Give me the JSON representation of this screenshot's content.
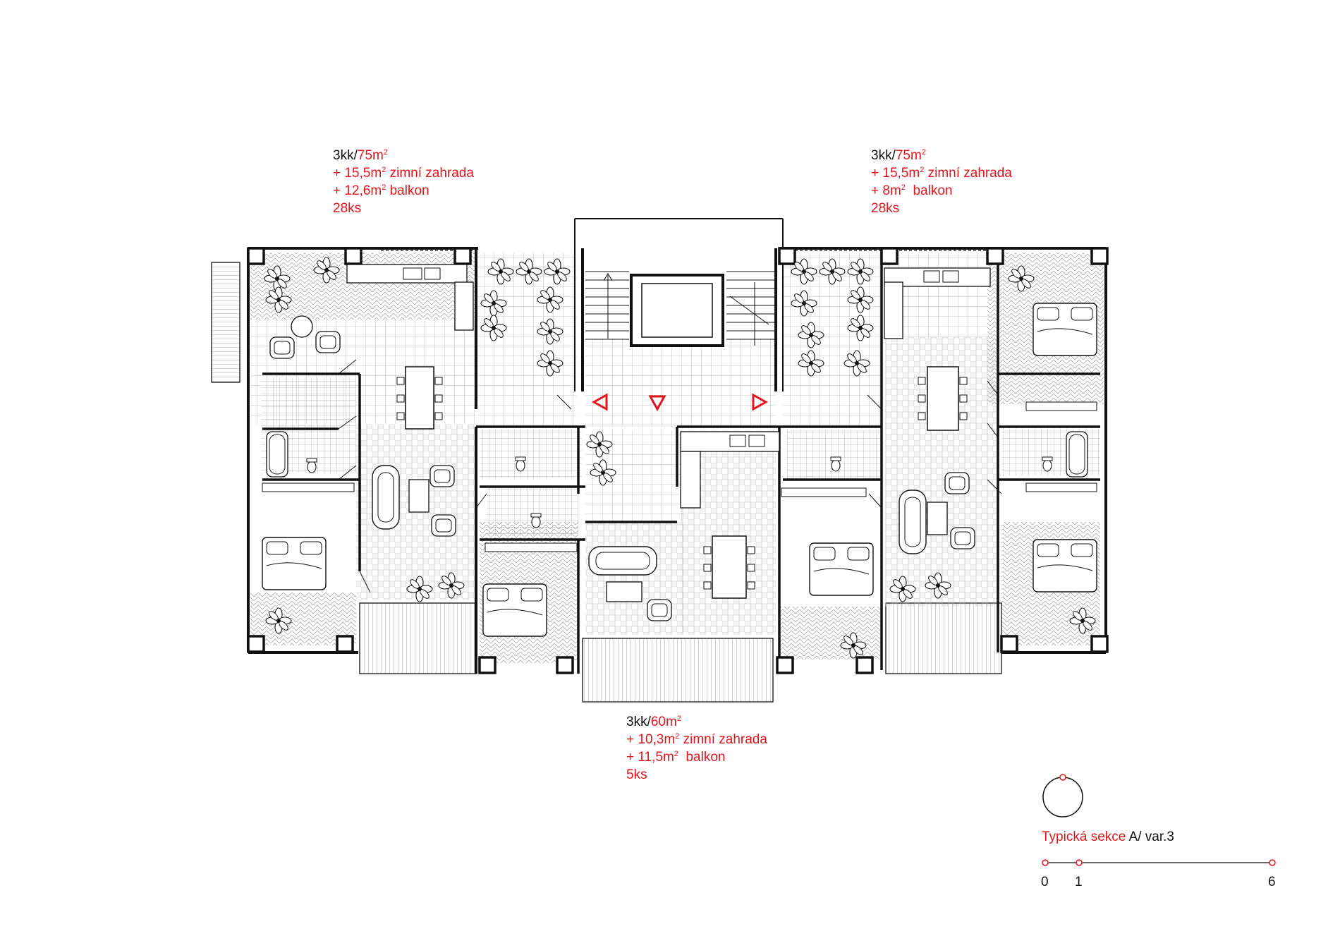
{
  "units": [
    {
      "id": "unit-left",
      "type": "3kk/",
      "area": "75m",
      "winter_garden_prefix": "+ 15,5m",
      "winter_garden_label": " zimní zahrada",
      "balcony_prefix": "+ 12,6m",
      "balcony_label": " balkon",
      "count": "28ks"
    },
    {
      "id": "unit-right",
      "type": "3kk/",
      "area": "75m",
      "winter_garden_prefix": "+ 15,5m",
      "winter_garden_label": " zimní zahrada",
      "balcony_prefix": "+ 8m",
      "balcony_label": "  balkon",
      "count": "28ks"
    },
    {
      "id": "unit-center",
      "type": "3kk/",
      "area": "60m",
      "winter_garden_prefix": "+ 10,3m",
      "winter_garden_label": " zimní zahrada",
      "balcony_prefix": "+ 11,5m",
      "balcony_label": "  balkon",
      "count": "5ks"
    }
  ],
  "superscript": "2",
  "legend": {
    "title_red": "Typická sekce",
    "title_black": " A/ var.3",
    "scale_ticks": [
      "0",
      "1",
      "6"
    ]
  },
  "colors": {
    "accent": "#e3141b",
    "line": "#111111"
  }
}
